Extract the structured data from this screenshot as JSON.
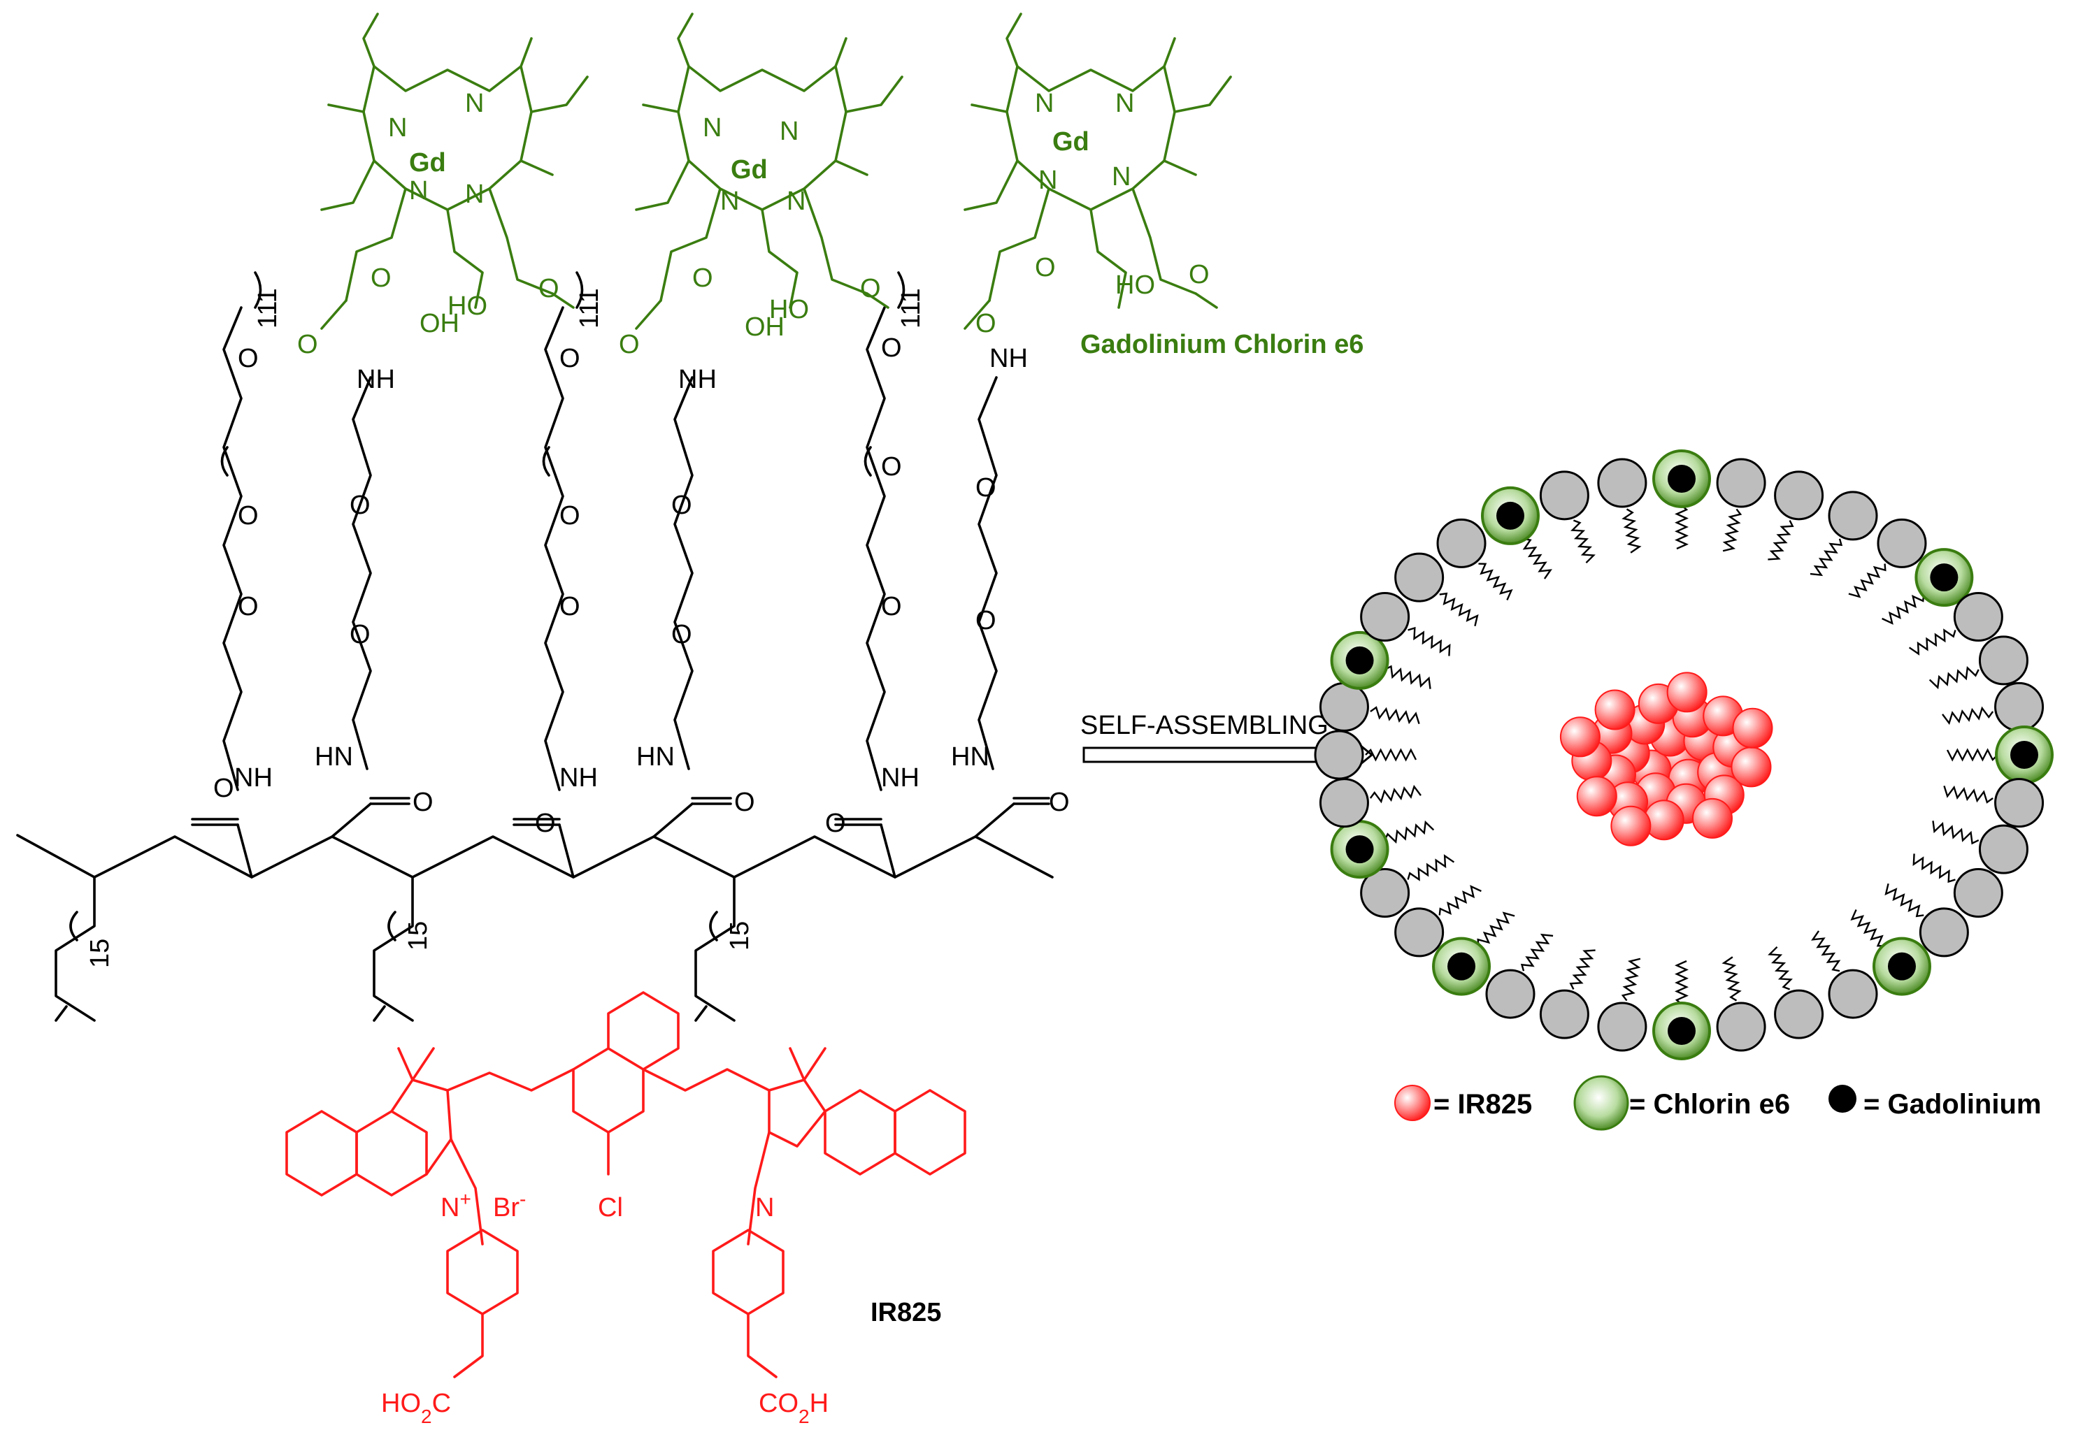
{
  "labels": {
    "polymer_repeat": "111",
    "alkyl_repeat": "15",
    "gd_chlorin_title": "Gadolinium Chlorin e6",
    "ir825_title": "IR825",
    "arrow_label": "SELF-ASSEMBLING"
  },
  "atoms": {
    "oxygen": "O",
    "nitrogen": "N",
    "amide_nh": "NH",
    "amide_hn": "HN",
    "gadolinium": "Gd",
    "hydroxyl_oh": "OH",
    "hydroxyl_ho": "HO",
    "chloride": "Cl",
    "cationic_n": "N+",
    "bromide": "Br-",
    "carboxyl_left": "HO2C",
    "carboxyl_right": "CO2H"
  },
  "legend": [
    {
      "glyph": "red-sphere",
      "text": "= IR825"
    },
    {
      "glyph": "green-sphere",
      "text": "= Chlorin e6"
    },
    {
      "glyph": "black-dot",
      "text": "= Gadolinium"
    }
  ],
  "colors": {
    "chlorin": "#3a7d10",
    "ir825": "#ff1a1a",
    "lipid_head": "#bdbdbd",
    "gadolinium": "#000000"
  },
  "micelle": {
    "head_count": 36,
    "chlorin_heads": 9,
    "core_dye_particles": 28
  }
}
